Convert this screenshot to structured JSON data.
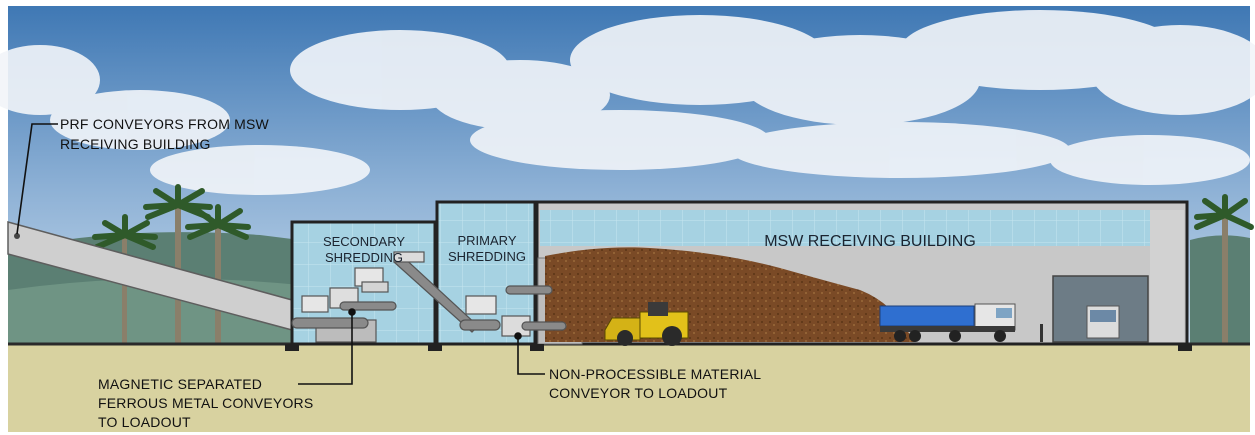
{
  "labels": {
    "prf_conveyors": [
      "PRF CONVEYORS FROM MSW",
      "RECEIVING BUILDING"
    ],
    "secondary_shredding": [
      "SECONDARY",
      "SHREDDING"
    ],
    "primary_shredding": [
      "PRIMARY",
      "SHREDDING"
    ],
    "msw_receiving_building": "MSW RECEIVING BUILDING",
    "magnetic_separated": [
      "MAGNETIC SEPARATED",
      "FERROUS METAL CONVEYORS",
      "TO LOADOUT"
    ],
    "non_processible": [
      "NON-PROCESSIBLE MATERIAL",
      "CONVEYOR TO LOADOUT"
    ]
  },
  "colors": {
    "sky_top": "#3f78b4",
    "sky_bottom": "#c9dced",
    "ground": "#d8d2a0",
    "building_glass": "#a9d3e3",
    "building_wall": "#c8c8c8",
    "conveyor": "#c9c9c9",
    "waste_pile": "#7a4a26",
    "loader": "#e2c11a",
    "truck_body": "#2f6fd0"
  }
}
